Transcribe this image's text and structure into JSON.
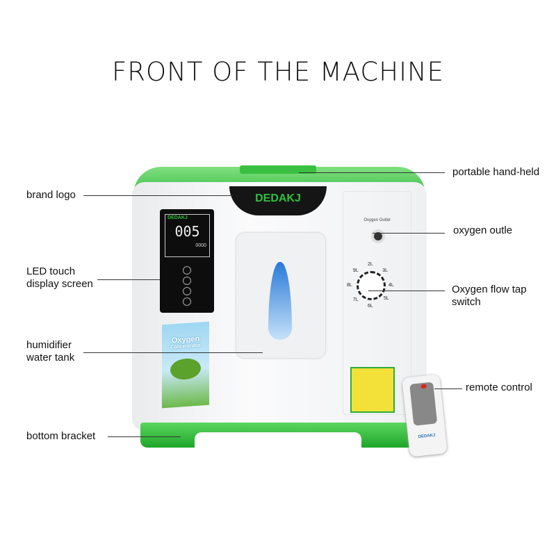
{
  "title": "FRONT OF THE MACHINE",
  "labels": {
    "handle": "portable hand-held",
    "brand_logo": "brand logo",
    "outlet": "oxygen outle",
    "display_line1": "LED touch",
    "display_line2": "display screen",
    "flow_switch": "Oxygen flow tap switch",
    "tank_line1": "humidifier",
    "tank_line2": "water tank",
    "remote": "remote control",
    "bracket": "bottom bracket"
  },
  "device": {
    "brand": "DEDAKJ",
    "lcd_value": "005",
    "lcd_hours": "0000",
    "outlet_caption": "Oxygen Outlet",
    "sticker_line1": "Oxygen",
    "sticker_line2": "Concentrator",
    "dial_marks": [
      "2L",
      "3L",
      "4L",
      "5L",
      "6L",
      "7L",
      "8L",
      "9L"
    ],
    "remote_brand": "DEDAKJ",
    "colors": {
      "green": "#3dbe45",
      "panel": "#0d0d0d",
      "body": "#f4f5f6"
    }
  }
}
